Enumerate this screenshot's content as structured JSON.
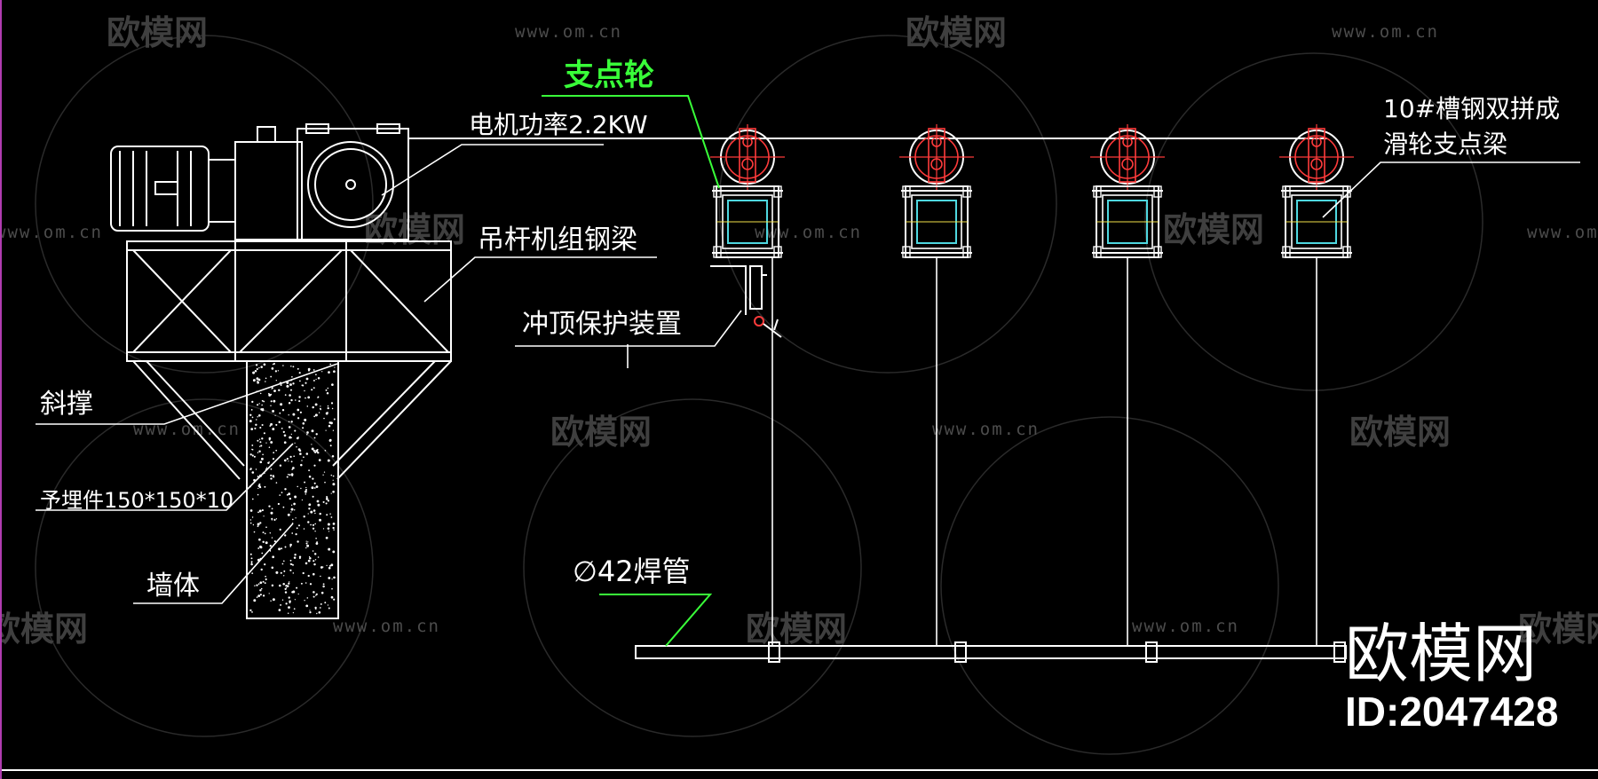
{
  "drawing": {
    "labels": {
      "fulcrum_wheel": "支点轮",
      "motor_power": "电机功率2.2KW",
      "beam_spec_line1": "10#槽钢双拼成",
      "beam_spec_line2": "滑轮支点梁",
      "hoist_unit_beam": "吊杆机组钢梁",
      "overtop_protection": "冲顶保护装置",
      "diagonal_brace": "斜撑",
      "embedded_part": "予埋件150*150*10",
      "wall": "墙体",
      "welded_pipe": "∅42焊管"
    },
    "colors": {
      "line": "#ffffff",
      "leader_green": "#39ff39",
      "pulley_red": "#ff3b3b",
      "channel_cyan": "#4fd8e0",
      "dim_yellow": "#f2e24a"
    }
  },
  "watermark": {
    "site": "www.om.cn",
    "logo_text": "欧模网"
  },
  "branding": {
    "name": "欧模网",
    "id_text": "ID:2047428"
  }
}
